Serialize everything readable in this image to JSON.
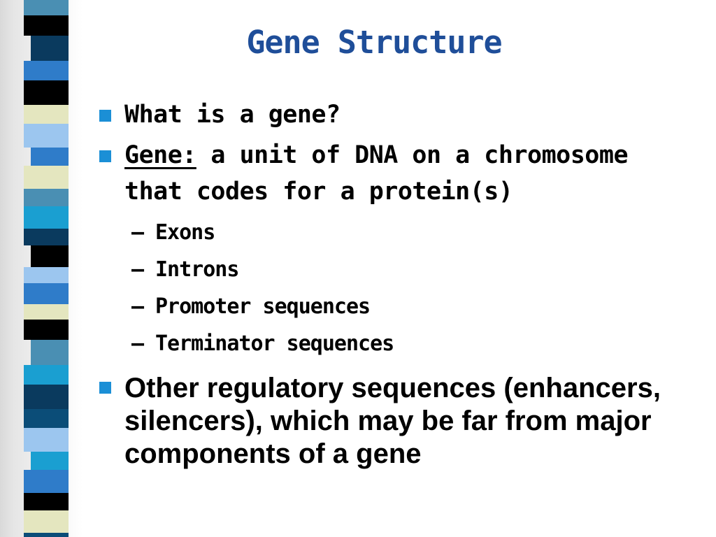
{
  "slide": {
    "title": "Gene Structure",
    "bullets": [
      {
        "text": "What is a gene?"
      },
      {
        "term": "Gene:",
        "text": " a unit of DNA on a chromosome that codes for a protein(s)"
      }
    ],
    "sub_bullets": [
      {
        "dash": "–",
        "text": "Exons"
      },
      {
        "dash": "–",
        "text": "Introns"
      },
      {
        "dash": "–",
        "text": "Promoter sequences"
      },
      {
        "dash": "–",
        "text": "Terminator sequences"
      }
    ],
    "last_bullet": {
      "text": "Other regulatory sequences (enhancers, silencers), which may be far from major components of a gene"
    }
  },
  "colors": {
    "title": "#1f4e99",
    "bullet_marker": "#1b8fd6",
    "stripe": [
      "#4a8fb3",
      "#e4e6bf",
      "#0a3a5e",
      "#000000",
      "#2f7cc9",
      "#9cc6ef",
      "#1a9fd1",
      "#0b4d78"
    ]
  }
}
